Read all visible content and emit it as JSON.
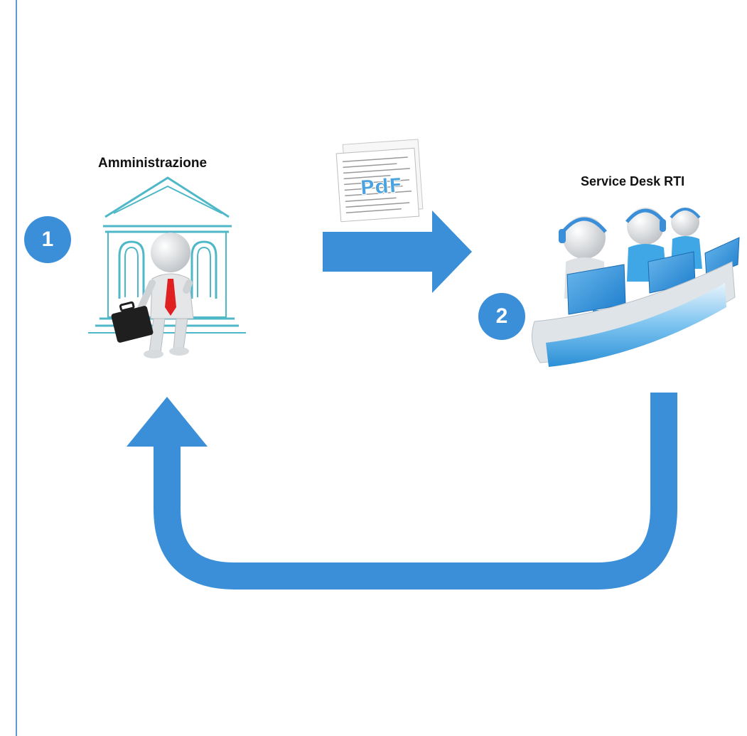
{
  "diagram": {
    "nodes": [
      {
        "id": "amministrazione",
        "label": "Amministrazione",
        "step": "1"
      },
      {
        "id": "service-desk",
        "label": "Service Desk RTI",
        "step": "2"
      }
    ],
    "document_icon_text": "PdF",
    "colors": {
      "arrow": "#3a8fd8",
      "step_badge": "#3a8fd8",
      "building_outline": "#4fb8c8",
      "rule": "#5b9bd5"
    },
    "edges": [
      {
        "from": "amministrazione",
        "to": "service-desk",
        "carries": "pdf-document-icon"
      },
      {
        "from": "service-desk",
        "to": "amministrazione"
      }
    ]
  }
}
